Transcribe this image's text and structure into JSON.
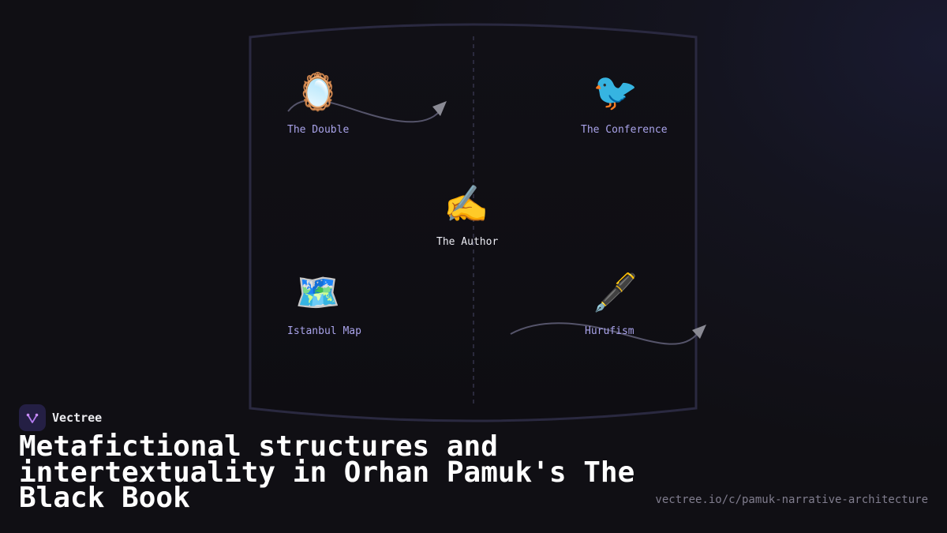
{
  "diagram": {
    "nodes": {
      "double": {
        "emoji": "🪞",
        "label": "The Double"
      },
      "conference": {
        "emoji": "🐦",
        "label": "The Conference"
      },
      "author": {
        "emoji": "✍️",
        "label": "The Author"
      },
      "istanbul_map": {
        "emoji": "🗺️",
        "label": "Istanbul Map"
      },
      "hurufism": {
        "emoji": "🖋️",
        "label": "Hurufism"
      }
    },
    "colors": {
      "frame": "#2a2940",
      "arrow": "#55546a",
      "arrowhead": "#8a8a94",
      "label": "#a9a3ea"
    }
  },
  "brand": {
    "name": "Vectree",
    "logo_icon": "vectree-logo-icon"
  },
  "title": "Metafictional structures and intertextuality in Orhan Pamuk's The Black Book",
  "url": "vectree.io/c/pamuk-narrative-architecture"
}
